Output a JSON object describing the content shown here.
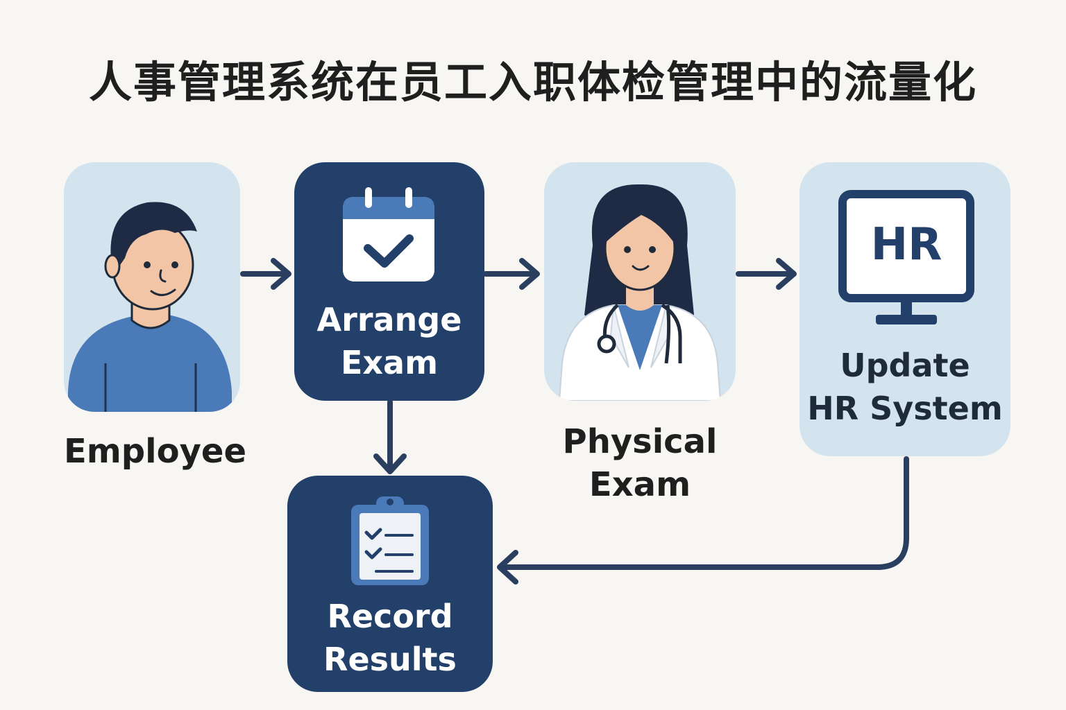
{
  "title": "人事管理系统在员工入职体检管理中的流量化",
  "nodes": {
    "employee": {
      "label": "Employee",
      "icon": "person-icon"
    },
    "arrange": {
      "label": "Arrange\nExam",
      "icon": "calendar-check-icon"
    },
    "physical": {
      "label": "Physical\nExam",
      "icon": "doctor-icon"
    },
    "hr": {
      "label": "Update\nHR System",
      "icon": "monitor-icon",
      "screen_text": "HR"
    },
    "record": {
      "label": "Record\nResults",
      "icon": "clipboard-icon"
    }
  },
  "colors": {
    "background": "#f8f6f3",
    "light_card": "#d3e4ef",
    "dark_card": "#23406a",
    "arrow": "#2a3f5f",
    "accent_blue": "#4a7ab8"
  }
}
